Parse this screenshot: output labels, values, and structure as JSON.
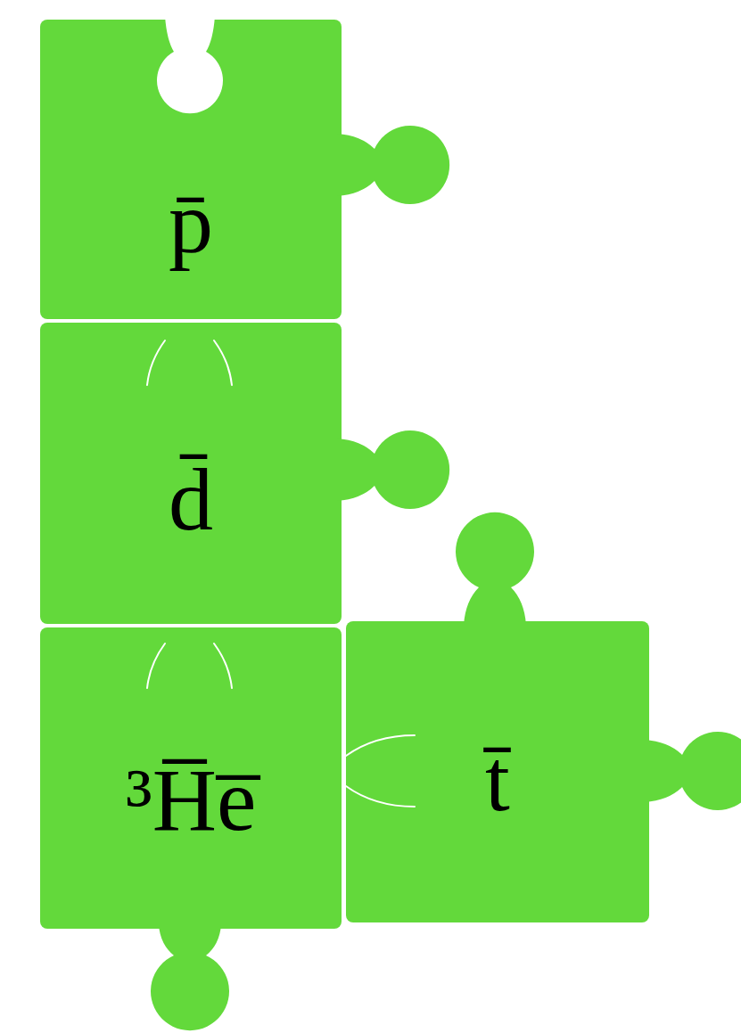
{
  "diagram": {
    "nodes": [
      {
        "text": [
          "p̄"
        ]
      },
      {
        "text": [
          "d̄"
        ]
      },
      {
        "text": [
          "³H̅e̅"
        ]
      },
      {
        "text": [
          "t̄"
        ]
      }
    ]
  }
}
